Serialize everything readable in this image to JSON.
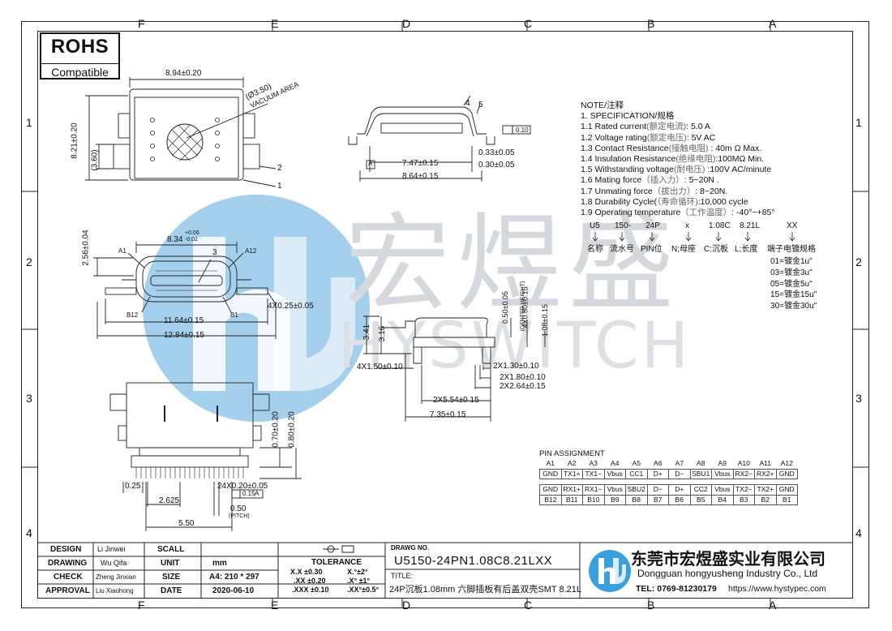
{
  "zones": {
    "top": [
      "F",
      "E",
      "D",
      "C",
      "B",
      "A"
    ],
    "bottom": [
      "F",
      "E",
      "D",
      "C",
      "B",
      "A"
    ],
    "left": [
      "1",
      "2",
      "3",
      "4"
    ],
    "right": [
      "1",
      "2",
      "3",
      "4"
    ]
  },
  "rohs": {
    "title": "ROHS",
    "subtitle": "Compatible"
  },
  "watermark": {
    "cn": "宏煜盛",
    "en": "HYSWITCH"
  },
  "dims": {
    "top_width": "8.94±0.20",
    "vacuum_dia": "(Ø3.50)",
    "vacuum_area": "VACUUM AREA",
    "height_821": "8.21±0.20",
    "h360": "(3.60)",
    "lead2": "2",
    "lead1": "1",
    "front_width": "8.34",
    "front_tol_up": "+0.06",
    "front_tol_dn": "-0.02",
    "front_h": "2.56±0.04",
    "a1": "A1",
    "a12": "A12",
    "b12": "B12",
    "b1": "B1",
    "lead3": "3",
    "w1164": "11.64±0.15",
    "w1284": "12.84±0.15",
    "tab4x025": "4X0.25±0.05",
    "side4": "4",
    "side5": "5",
    "flat010": "0.10",
    "d033": "0.33±0.05",
    "d747": "7.47±0.15",
    "d030": "0.30±0.05",
    "d864": "8.64±0.15",
    "pcb_050": "0.50±0.05",
    "pcb_center": "(CENTER HEIGHT)",
    "pcb_4x080": "4X0.80±0.15",
    "pcb_108": "1.08±0.15",
    "pcb_341": "3.41",
    "pcb_316": "3.16",
    "pcb_4x150": "4X1.50±0.10",
    "pcb_2x130": "2X1.30±0.10",
    "pcb_2x180": "2X1.80±0.10",
    "pcb_2x264": "2X2.64±0.15",
    "pcb_2x554": "2X5.54±0.15",
    "pcb_735": "7.35±0.15",
    "b_070": "0.70±0.20",
    "b_080": "0.80±0.20",
    "b_025": "0.25",
    "b_24x": "24X0.20±0.05",
    "b_015a_v": "0.15",
    "b_015a_r": "A",
    "b_2625": "2.625",
    "b_050": "0.50",
    "b_pitch": "(PITCH)",
    "b_550": "5.50",
    "d_flat_ref": "A"
  },
  "notes": {
    "lines": [
      {
        "t": "NOTE/注释",
        "g": ""
      },
      {
        "t": " 1. SPECIFICATION/规格",
        "g": ""
      },
      {
        "t": "    1.1  Rated current",
        "g": "(额定电流)",
        "s": ": 5.0 A"
      },
      {
        "t": "   1.2 Voltage rating",
        "g": "(额定电压)",
        "s": ": 5V AC"
      },
      {
        "t": "    1.3  Contact Resistance",
        "g": "(接触电阻)",
        "s": "  :    40m Ω Max."
      },
      {
        "t": "    1.4  Insulation Resistance",
        "g": "(绝缘电阻)",
        "s": ":100MΩ Min."
      },
      {
        "t": "    1.5  Withstanding voltage",
        "g": "(耐电压)",
        "s": " :100V AC/minute"
      },
      {
        "t": "    1.6  Mating force",
        "g": "（插入力）",
        "s": ": 5~20N ."
      },
      {
        "t": "    1.7  Unmating force",
        "g": "（拔出力）",
        "s": ": 8~20N."
      },
      {
        "t": "    1.8  Durability Cycle(",
        "g": "（寿命循环)",
        "s": ":10,000  cycle"
      },
      {
        "t": "    1.9 Operating temperature",
        "g": "（工作温度）",
        "s": ": -40°~+85°"
      }
    ],
    "partcode": [
      "U5",
      "150-",
      "24P",
      "x",
      "1.08C",
      "8.21L",
      "XX"
    ],
    "partdesc": [
      "名称",
      "流水号",
      "PIN位",
      "N;母座",
      "C;沉板",
      "L;长度",
      "端子电镀规格"
    ],
    "plating": [
      "01=镀金1u\"",
      "03=镀金3u\"",
      "05=镀金5u\"",
      "15=镀金15u\"",
      "30=镀金30u\""
    ]
  },
  "pins": {
    "title": "PIN ASSIGNMENT",
    "row_a_labels": [
      "A1",
      "A2",
      "A3",
      "A4",
      "A5",
      "A6",
      "A7",
      "A8",
      "A9",
      "A10",
      "A11",
      "A12"
    ],
    "row_a_names": [
      "GND",
      "TX1+",
      "TX1−",
      "Vbus",
      "CC1",
      "D+",
      "D−",
      "SBU1",
      "Vbus",
      "RX2−",
      "RX2+",
      "GND"
    ],
    "row_b_names": [
      "GND",
      "RX1+",
      "RX1−",
      "Vbus",
      "SBU2",
      "D−",
      "D+",
      "CC2",
      "Vbus",
      "TX2−",
      "TX2+",
      "GND"
    ],
    "row_b_labels": [
      "B12",
      "B11",
      "B10",
      "B9",
      "B8",
      "B7",
      "B6",
      "B5",
      "B4",
      "B3",
      "B2",
      "B1"
    ]
  },
  "titleblock": {
    "rows": [
      {
        "label": "DESIGN",
        "name": "Li Jinwei",
        "key": "SCALL",
        "val": ""
      },
      {
        "label": "DRAWING",
        "name": "Wu Qifa",
        "key": "UNIT",
        "val": "mm"
      },
      {
        "label": "CHECK",
        "name": "Zheng Jinxian",
        "key": "SIZE",
        "val": "A4: 210 * 297"
      },
      {
        "label": "APPROVAL",
        "name": "Liu Xiaohong",
        "key": "DATE",
        "val": "2020-06-10"
      }
    ],
    "tolerance_title": "TOLERANCE",
    "tol": [
      [
        "X.X  ±0.30",
        "X.°±2°"
      ],
      [
        ".XX  ±0.20",
        ".X° ±1°"
      ],
      [
        ".XXX  ±0.10",
        ".XX°±0.5°"
      ]
    ],
    "drawg_label": "DRAWG NO.",
    "drawg_no": "U5150-24PN1.08C8.21LXX",
    "title_label": "TITLE:",
    "title_text": "24P沉板1.08mm 六脚插板有后盖双壳SMT 8.21L",
    "company_cn": "东莞市宏煜盛实业有限公司",
    "company_en": "Dongguan hongyusheng Industry Co., Ltd",
    "tel": "TEL: 0769-81230179",
    "web": "https://www.hystypec.com"
  },
  "colors": {
    "logo": "#3aa0dc",
    "watermark": "#d5d8dc",
    "line": "#222222"
  }
}
